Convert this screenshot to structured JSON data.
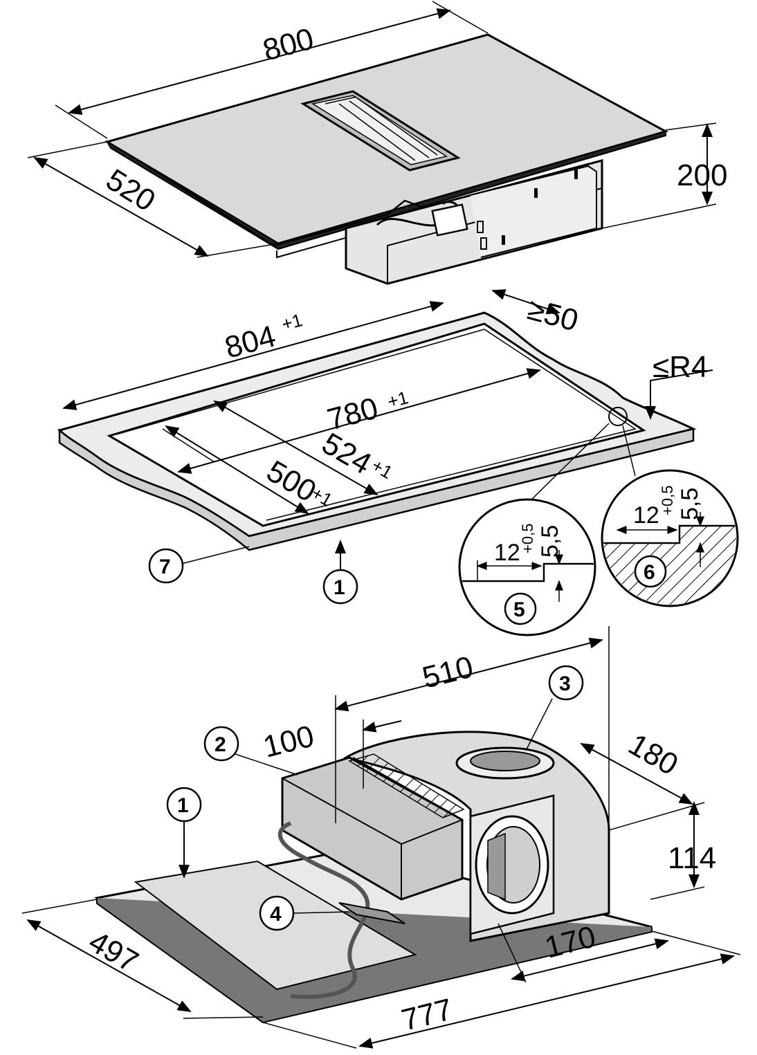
{
  "dimensions": {
    "hob_width": "800",
    "hob_depth": "520",
    "hob_height": "200",
    "cutout_width": "804",
    "cutout_width_tol": "+1",
    "cutout_inner_width": "780",
    "cutout_inner_width_tol": "+1",
    "cutout_depth": "524",
    "cutout_depth_tol": "+1",
    "cutout_inner_depth": "500",
    "cutout_inner_depth_tol": "+1",
    "min_distance": "≥50",
    "max_radius": "≤R4",
    "rebate_width": "12",
    "rebate_width_tol": "+0,5",
    "rebate_depth": "5,5",
    "fan_width": "510",
    "fan_offset": "100",
    "fan_depth": "180",
    "fan_height": "114",
    "base_depth": "497",
    "base_width": "777",
    "fan_outlet_offset": "170"
  },
  "callouts": [
    "1",
    "2",
    "3",
    "4",
    "5",
    "6",
    "7"
  ],
  "colors": {
    "line": "#000000",
    "fill_gray": "#d9d9d9",
    "fill_dark": "#9a9a9a",
    "fill_light": "#ececec"
  }
}
